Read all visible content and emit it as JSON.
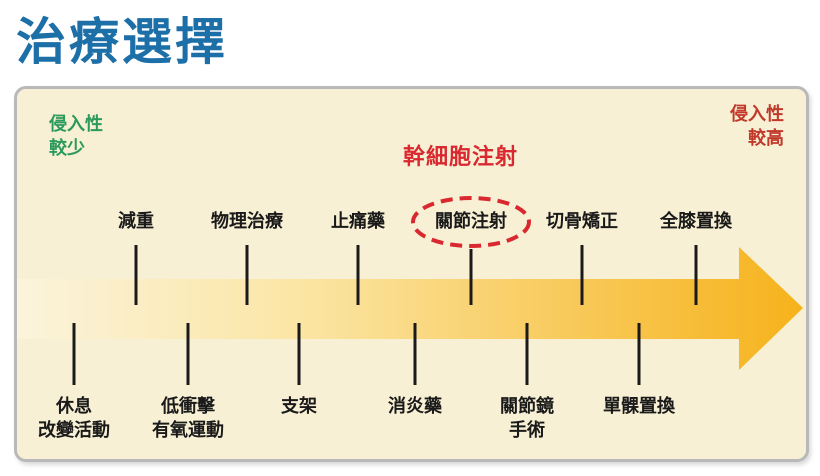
{
  "title": "治療選擇",
  "left_label": {
    "line1": "侵入性",
    "line2": "較少"
  },
  "right_label": {
    "line1": "侵入性",
    "line2": "較高"
  },
  "highlight_caption": "幹細胞注射",
  "top_items": [
    "減重",
    "物理治療",
    "止痛藥",
    "關節注射",
    "切骨矯正",
    "全膝置換"
  ],
  "bottom_items": [
    {
      "line1": "休息",
      "line2": "改變活動"
    },
    {
      "line1": "低衝擊",
      "line2": "有氧運動"
    },
    {
      "line1": "支架",
      "line2": ""
    },
    {
      "line1": "消炎藥",
      "line2": ""
    },
    {
      "line1": "關節鏡",
      "line2": "手術"
    },
    {
      "line1": "單髁置換",
      "line2": ""
    }
  ],
  "colors": {
    "title": "#1d6fa8",
    "arrow_start": "#fbf4dc",
    "arrow_end": "#f6b21b",
    "highlight": "#d9282f",
    "left_label": "#2c9a5c",
    "right_label": "#c0392b"
  }
}
